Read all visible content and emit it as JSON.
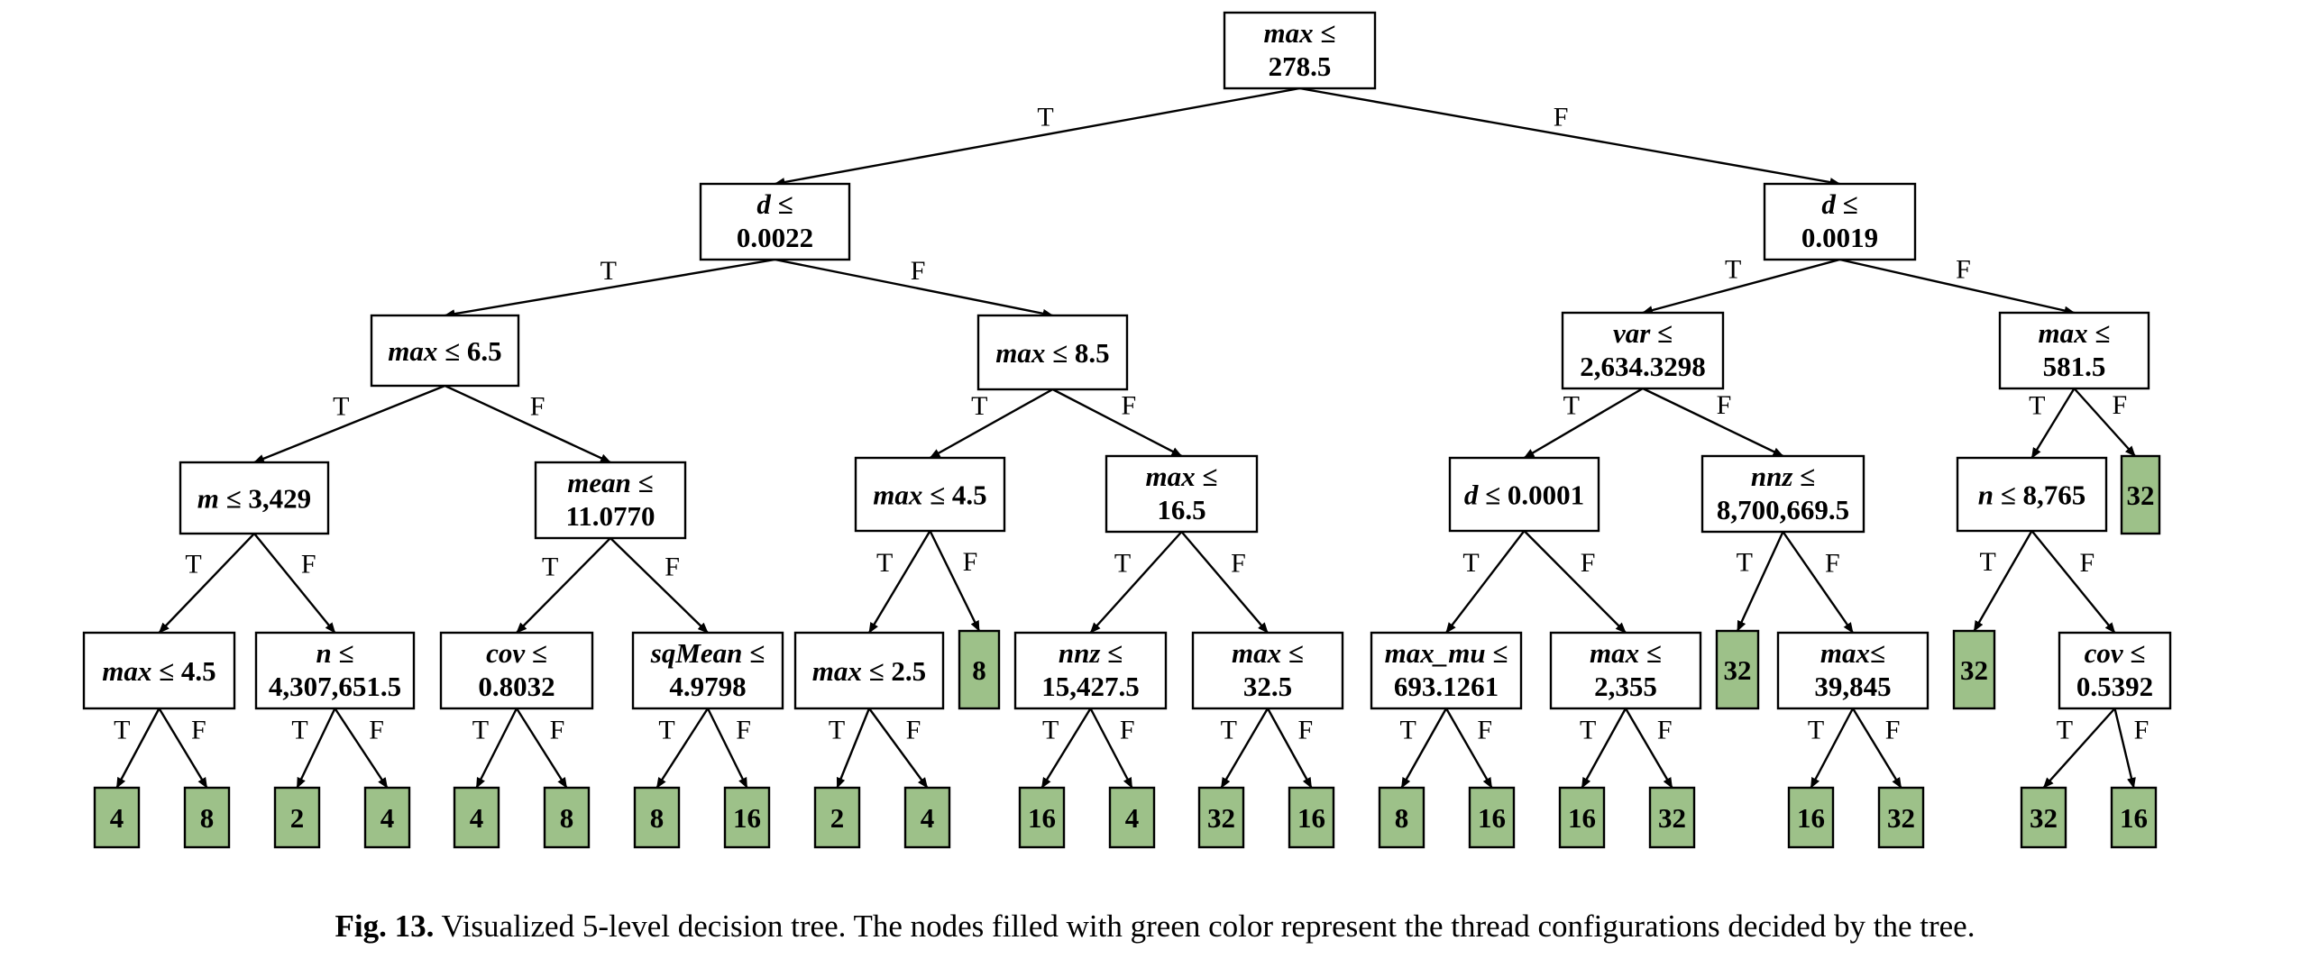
{
  "colors": {
    "leaf_fill": "#9dc189",
    "stroke": "#000000",
    "background": "#ffffff"
  },
  "branch_labels": {
    "true": "T",
    "false": "F"
  },
  "nodes": [
    {
      "id": "root",
      "lines": [
        [
          [
            "max",
            "var"
          ],
          [
            " ≤",
            "val"
          ]
        ],
        [
          [
            "278.5",
            "val"
          ]
        ]
      ]
    },
    {
      "id": "L",
      "lines": [
        [
          [
            "d",
            "var"
          ],
          [
            " ≤",
            "val"
          ]
        ],
        [
          [
            "0.0022",
            "val"
          ]
        ]
      ]
    },
    {
      "id": "R",
      "lines": [
        [
          [
            "d",
            "var"
          ],
          [
            " ≤",
            "val"
          ]
        ],
        [
          [
            "0.0019",
            "val"
          ]
        ]
      ]
    },
    {
      "id": "LL",
      "lines": [
        [
          [
            "max",
            "var"
          ],
          [
            " ≤  6.5",
            "val"
          ]
        ]
      ]
    },
    {
      "id": "LR",
      "lines": [
        [
          [
            "max",
            "var"
          ],
          [
            " ≤ 8.5",
            "val"
          ]
        ]
      ]
    },
    {
      "id": "RL",
      "lines": [
        [
          [
            "var",
            "var"
          ],
          [
            " ≤",
            "val"
          ]
        ],
        [
          [
            "2,634.3298",
            "val"
          ]
        ]
      ]
    },
    {
      "id": "RR",
      "lines": [
        [
          [
            "max",
            "var"
          ],
          [
            " ≤",
            "val"
          ]
        ],
        [
          [
            "581.5",
            "val"
          ]
        ]
      ]
    },
    {
      "id": "LLL",
      "lines": [
        [
          [
            "m",
            "var"
          ],
          [
            " ≤  3,429",
            "val"
          ]
        ]
      ]
    },
    {
      "id": "LLR",
      "lines": [
        [
          [
            "mean",
            "var"
          ],
          [
            " ≤",
            "val"
          ]
        ],
        [
          [
            "11.0770",
            "val"
          ]
        ]
      ]
    },
    {
      "id": "LRL",
      "lines": [
        [
          [
            "max",
            "var"
          ],
          [
            " ≤ 4.5",
            "val"
          ]
        ]
      ]
    },
    {
      "id": "LRR",
      "lines": [
        [
          [
            "max",
            "var"
          ],
          [
            " ≤",
            "val"
          ]
        ],
        [
          [
            "16.5",
            "val"
          ]
        ]
      ]
    },
    {
      "id": "RLL",
      "lines": [
        [
          [
            "d",
            "var"
          ],
          [
            " ≤ 0.0001",
            "val"
          ]
        ]
      ]
    },
    {
      "id": "RLR",
      "lines": [
        [
          [
            "nnz",
            "var"
          ],
          [
            " ≤",
            "val"
          ]
        ],
        [
          [
            "8,700,669.5",
            "val"
          ]
        ]
      ]
    },
    {
      "id": "RRL",
      "lines": [
        [
          [
            "n",
            "var"
          ],
          [
            " ≤ 8,765",
            "val"
          ]
        ]
      ]
    },
    {
      "id": "a",
      "lines": [
        [
          [
            "max",
            "var"
          ],
          [
            " ≤  4.5",
            "val"
          ]
        ]
      ]
    },
    {
      "id": "b",
      "lines": [
        [
          [
            "n",
            "var"
          ],
          [
            " ≤",
            "val"
          ]
        ],
        [
          [
            "4,307,651.5",
            "val"
          ]
        ]
      ]
    },
    {
      "id": "c",
      "lines": [
        [
          [
            "cov",
            "var"
          ],
          [
            " ≤",
            "val"
          ]
        ],
        [
          [
            "0.8032",
            "val"
          ]
        ]
      ]
    },
    {
      "id": "d",
      "lines": [
        [
          [
            "sqMean",
            "var"
          ],
          [
            " ≤",
            "val"
          ]
        ],
        [
          [
            "4.9798",
            "val"
          ]
        ]
      ]
    },
    {
      "id": "e",
      "lines": [
        [
          [
            "max",
            "var"
          ],
          [
            " ≤ 2.5",
            "val"
          ]
        ]
      ]
    },
    {
      "id": "g",
      "lines": [
        [
          [
            "nnz",
            "var"
          ],
          [
            " ≤",
            "val"
          ]
        ],
        [
          [
            "15,427.5",
            "val"
          ]
        ]
      ]
    },
    {
      "id": "h",
      "lines": [
        [
          [
            "max",
            "var"
          ],
          [
            " ≤",
            "val"
          ]
        ],
        [
          [
            "32.5",
            "val"
          ]
        ]
      ]
    },
    {
      "id": "i",
      "lines": [
        [
          [
            "max_mu",
            "var"
          ],
          [
            " ≤",
            "val"
          ]
        ],
        [
          [
            "693.1261",
            "val"
          ]
        ]
      ]
    },
    {
      "id": "j",
      "lines": [
        [
          [
            "max",
            "var"
          ],
          [
            " ≤",
            "val"
          ]
        ],
        [
          [
            "2,355",
            "val"
          ]
        ]
      ]
    },
    {
      "id": "l",
      "lines": [
        [
          [
            "max",
            "var"
          ],
          [
            "≤",
            "val"
          ]
        ],
        [
          [
            "39,845",
            "val"
          ]
        ]
      ]
    },
    {
      "id": "n",
      "lines": [
        [
          [
            "cov",
            "var"
          ],
          [
            " ≤",
            "val"
          ]
        ],
        [
          [
            "0.5392",
            "val"
          ]
        ]
      ]
    }
  ],
  "leaves": [
    {
      "id": "RRR",
      "value": "32"
    },
    {
      "id": "f",
      "value": "8"
    },
    {
      "id": "k",
      "value": "32"
    },
    {
      "id": "m",
      "value": "32"
    },
    {
      "id": "a1",
      "value": "4"
    },
    {
      "id": "a2",
      "value": "8"
    },
    {
      "id": "b1",
      "value": "2"
    },
    {
      "id": "b2",
      "value": "4"
    },
    {
      "id": "c1",
      "value": "4"
    },
    {
      "id": "c2",
      "value": "8"
    },
    {
      "id": "d1",
      "value": "8"
    },
    {
      "id": "d2",
      "value": "16"
    },
    {
      "id": "e1",
      "value": "2"
    },
    {
      "id": "e2",
      "value": "4"
    },
    {
      "id": "g1",
      "value": "16"
    },
    {
      "id": "g2",
      "value": "4"
    },
    {
      "id": "h1",
      "value": "32"
    },
    {
      "id": "h2",
      "value": "16"
    },
    {
      "id": "i1",
      "value": "8"
    },
    {
      "id": "i2",
      "value": "16"
    },
    {
      "id": "j1",
      "value": "16"
    },
    {
      "id": "j2",
      "value": "32"
    },
    {
      "id": "l1",
      "value": "16"
    },
    {
      "id": "l2",
      "value": "32"
    },
    {
      "id": "n1",
      "value": "32"
    },
    {
      "id": "n2",
      "value": "16"
    }
  ],
  "edges": [
    {
      "from": "root",
      "to": "L",
      "branch": "T"
    },
    {
      "from": "root",
      "to": "R",
      "branch": "F"
    },
    {
      "from": "L",
      "to": "LL",
      "branch": "T"
    },
    {
      "from": "L",
      "to": "LR",
      "branch": "F"
    },
    {
      "from": "R",
      "to": "RL",
      "branch": "T"
    },
    {
      "from": "R",
      "to": "RR",
      "branch": "F"
    },
    {
      "from": "LL",
      "to": "LLL",
      "branch": "T"
    },
    {
      "from": "LL",
      "to": "LLR",
      "branch": "F"
    },
    {
      "from": "LR",
      "to": "LRL",
      "branch": "T"
    },
    {
      "from": "LR",
      "to": "LRR",
      "branch": "F"
    },
    {
      "from": "RL",
      "to": "RLL",
      "branch": "T"
    },
    {
      "from": "RL",
      "to": "RLR",
      "branch": "F"
    },
    {
      "from": "RR",
      "to": "RRL",
      "branch": "T"
    },
    {
      "from": "RR",
      "to": "RRR",
      "branch": "F"
    },
    {
      "from": "LLL",
      "to": "a",
      "branch": "T"
    },
    {
      "from": "LLL",
      "to": "b",
      "branch": "F"
    },
    {
      "from": "LLR",
      "to": "c",
      "branch": "T"
    },
    {
      "from": "LLR",
      "to": "d",
      "branch": "F"
    },
    {
      "from": "LRL",
      "to": "e",
      "branch": "T"
    },
    {
      "from": "LRL",
      "to": "f",
      "branch": "F"
    },
    {
      "from": "LRR",
      "to": "g",
      "branch": "T"
    },
    {
      "from": "LRR",
      "to": "h",
      "branch": "F"
    },
    {
      "from": "RLL",
      "to": "i",
      "branch": "T"
    },
    {
      "from": "RLL",
      "to": "j",
      "branch": "F"
    },
    {
      "from": "RLR",
      "to": "k",
      "branch": "T"
    },
    {
      "from": "RLR",
      "to": "l",
      "branch": "F"
    },
    {
      "from": "RRL",
      "to": "m",
      "branch": "T"
    },
    {
      "from": "RRL",
      "to": "n",
      "branch": "F"
    },
    {
      "from": "a",
      "to": "a1",
      "branch": "T"
    },
    {
      "from": "a",
      "to": "a2",
      "branch": "F"
    },
    {
      "from": "b",
      "to": "b1",
      "branch": "T"
    },
    {
      "from": "b",
      "to": "b2",
      "branch": "F"
    },
    {
      "from": "c",
      "to": "c1",
      "branch": "T"
    },
    {
      "from": "c",
      "to": "c2",
      "branch": "F"
    },
    {
      "from": "d",
      "to": "d1",
      "branch": "T"
    },
    {
      "from": "d",
      "to": "d2",
      "branch": "F"
    },
    {
      "from": "e",
      "to": "e1",
      "branch": "T"
    },
    {
      "from": "e",
      "to": "e2",
      "branch": "F"
    },
    {
      "from": "g",
      "to": "g1",
      "branch": "T"
    },
    {
      "from": "g",
      "to": "g2",
      "branch": "F"
    },
    {
      "from": "h",
      "to": "h1",
      "branch": "T"
    },
    {
      "from": "h",
      "to": "h2",
      "branch": "F"
    },
    {
      "from": "i",
      "to": "i1",
      "branch": "T"
    },
    {
      "from": "i",
      "to": "i2",
      "branch": "F"
    },
    {
      "from": "j",
      "to": "j1",
      "branch": "T"
    },
    {
      "from": "j",
      "to": "j2",
      "branch": "F"
    },
    {
      "from": "l",
      "to": "l1",
      "branch": "T"
    },
    {
      "from": "l",
      "to": "l2",
      "branch": "F"
    },
    {
      "from": "n",
      "to": "n1",
      "branch": "T"
    },
    {
      "from": "n",
      "to": "n2",
      "branch": "F"
    }
  ],
  "caption": {
    "label": "Fig. 13.",
    "text": " Visualized 5-level decision tree. The nodes filled with green color represent the thread configurations decided by the tree."
  }
}
